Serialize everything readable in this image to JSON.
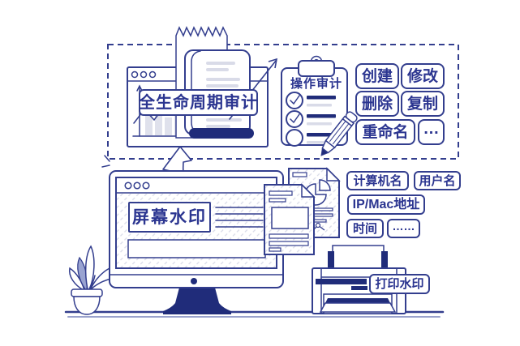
{
  "illustration": {
    "lifecycle_audit_label": "全生命周期审计",
    "operation_audit_title": "操作审计",
    "action_tags": [
      "创建",
      "修改",
      "删除",
      "复制",
      "重命名",
      "…"
    ],
    "screen_watermark_label": "屏幕水印",
    "info_tags": [
      "计算机名",
      "用户名",
      "IP/Mac地址",
      "时间",
      "……"
    ],
    "print_watermark_label": "打印水印"
  },
  "palette": {
    "line_navy": "#333e8e",
    "dark_navy": "#202c7a",
    "text_navy": "#2b3590",
    "hatch_gray": "#d9dbe8",
    "leaf_lavender": "#99a3d1"
  }
}
